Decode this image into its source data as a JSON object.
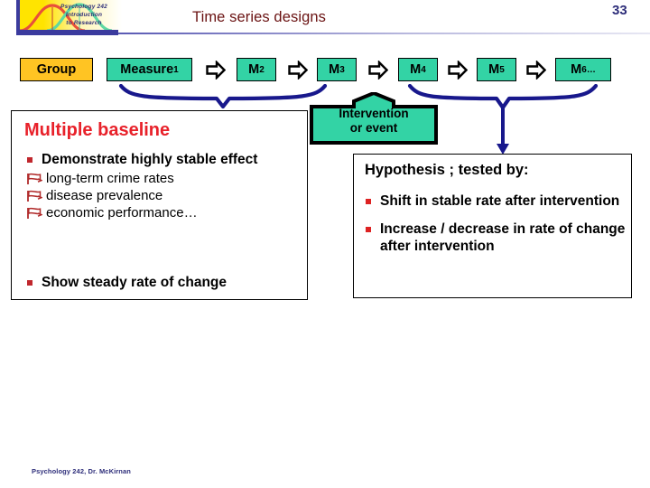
{
  "header": {
    "logo_lines": [
      "Psychology 242",
      "Introduction",
      "to Research"
    ],
    "title": "Time series designs",
    "page_number": "33"
  },
  "design_row": {
    "group_label": "Group",
    "measures": [
      {
        "base": "Measure",
        "sub": "1"
      },
      {
        "base": "M",
        "sub": "2"
      },
      {
        "base": "M",
        "sub": "3"
      },
      {
        "base": "M",
        "sub": "4"
      },
      {
        "base": "M",
        "sub": "5"
      },
      {
        "base": "M",
        "sub": "6…"
      }
    ],
    "arrow_icon": "right-block-arrow-icon"
  },
  "callout": {
    "line1": "Intervention",
    "line2": "or event"
  },
  "left_panel": {
    "heading": "Multiple baseline",
    "bullets": [
      {
        "text": "Demonstrate highly stable effect",
        "sub": [
          "long-term crime rates",
          "disease prevalence",
          "economic performance…"
        ]
      }
    ],
    "bullet2": "Show steady rate of change"
  },
  "right_panel": {
    "heading": "Hypothesis ;  tested by:",
    "bullets": [
      "Shift in stable rate after intervention",
      "Increase / decrease in rate of change after intervention"
    ]
  },
  "footer": {
    "text": "Psychology 242, Dr. McKirnan"
  },
  "colors": {
    "title": "#6a1212",
    "page_number": "#2e2e7a",
    "group_box": "#ffc423",
    "measure_box": "#33d3a5",
    "callout": "#33d3a5",
    "brace": "#18188c",
    "heading_red": "#e8212a",
    "bullet_red": "#c0272d",
    "flag_red": "#b02a2a"
  }
}
